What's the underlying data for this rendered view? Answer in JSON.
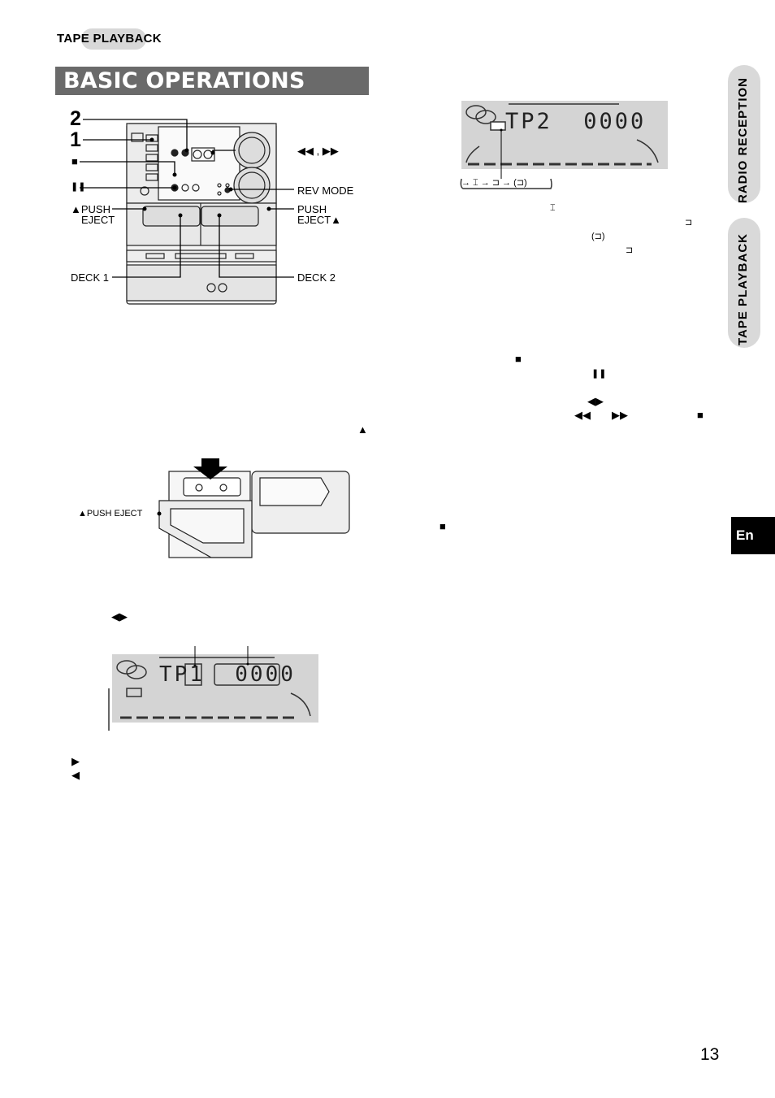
{
  "header": {
    "section_tag": "TAPE PLAYBACK",
    "title": "BASIC OPERATIONS"
  },
  "side_tabs": {
    "top": "RADIO RECEPTION",
    "bottom": "TAPE PLAYBACK",
    "language": "En"
  },
  "unit_diagram": {
    "step2": "2",
    "step1": "1",
    "stop_symbol": "■",
    "pause_symbol": "❚❚",
    "push_eject_left_line1": "▲PUSH",
    "push_eject_left_line2": "EJECT",
    "rew_ff_label": "◀◀ , ▶▶",
    "rev_mode_label": "REV MODE",
    "push_eject_right_line1": "PUSH",
    "push_eject_right_line2": "EJECT▲",
    "deck1_label": "DECK 1",
    "deck2_label": "DECK 2"
  },
  "left_column": {
    "eject_symbol": "▲",
    "cassette_push_eject": "▲PUSH EJECT",
    "play_symbol": "◀▶",
    "display_text": "TP1  0000",
    "forward_symbol": "▶",
    "reverse_symbol": "◀"
  },
  "right_column": {
    "display_text": "TP2  0000",
    "rev_sequence": "→ ⌶ → ⊐ → (⊐)",
    "rev_one_side": "⌶",
    "rev_both_sides": "⊐",
    "rev_relay": "(⊐)",
    "rev_both_again": "⊐",
    "stop_symbol": "■",
    "pause_symbol": "❚❚",
    "play_symbol": "◀▶",
    "rew_symbol": "◀◀",
    "ff_symbol": "▶▶",
    "stop_symbol_2": "■",
    "stop_symbol_3": "■"
  },
  "footer": {
    "page_number": "13"
  }
}
